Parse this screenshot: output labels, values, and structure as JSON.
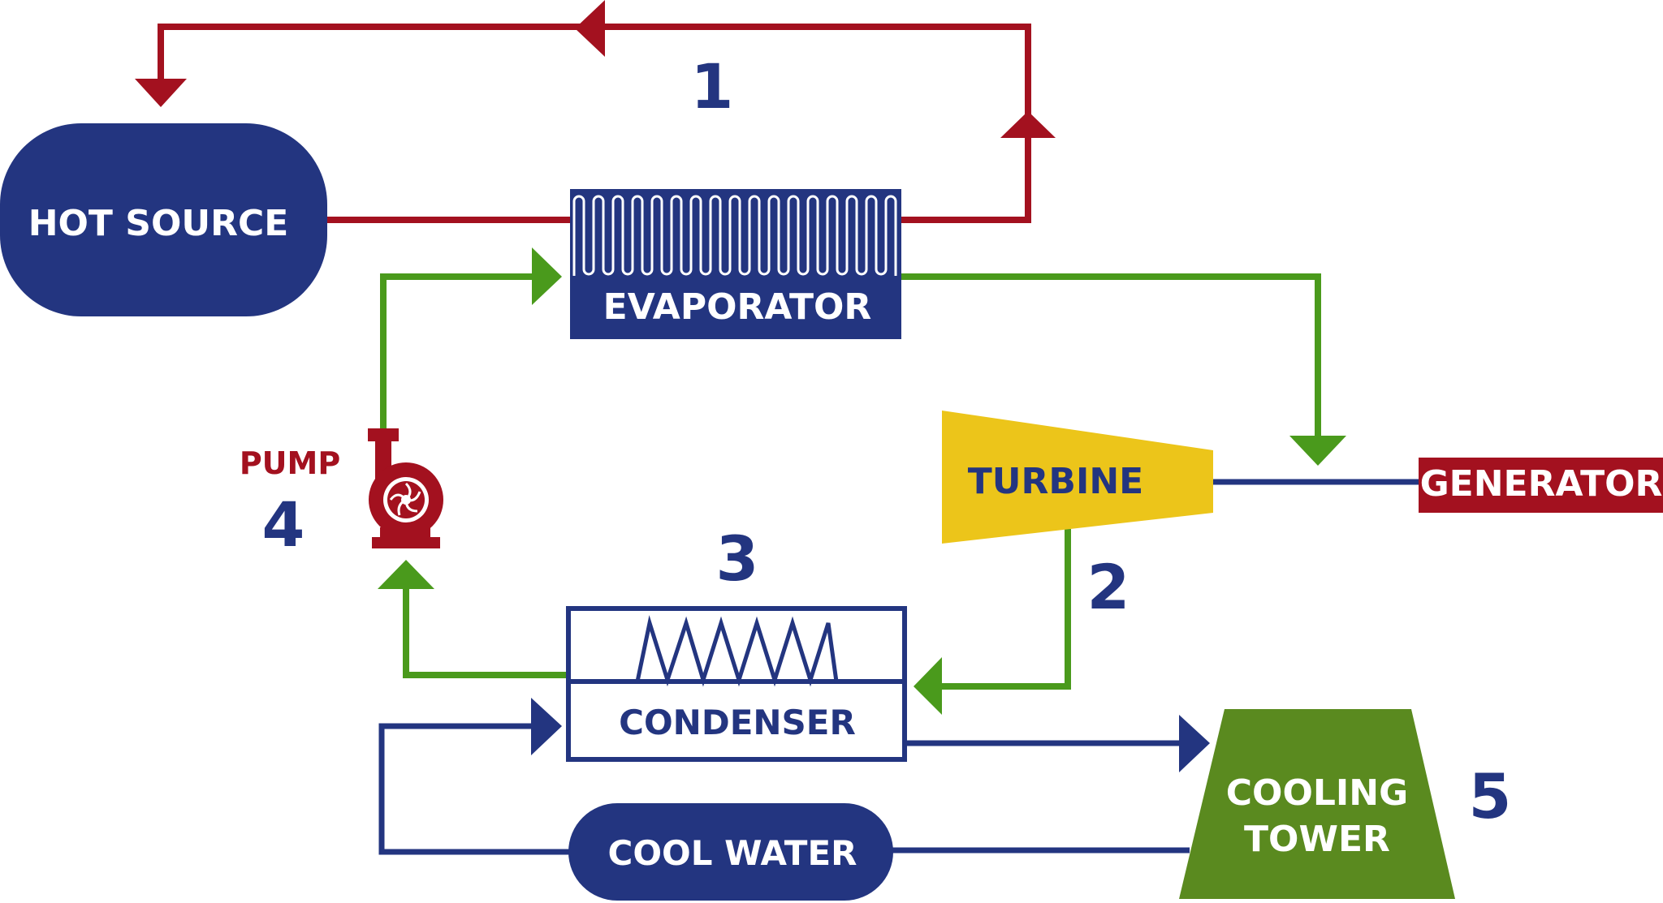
{
  "colors": {
    "navy": "#233580",
    "red": "#a3111f",
    "green": "#4a9a1c",
    "yellow": "#ecc51a",
    "tower_green": "#5a8a1f",
    "white": "#ffffff"
  },
  "components": {
    "hot_source": "HOT SOURCE",
    "evaporator": "EVAPORATOR",
    "turbine": "TURBINE",
    "generator": "GENERATOR",
    "pump": "PUMP",
    "condenser": "CONDENSER",
    "cooling_tower_line1": "COOLING",
    "cooling_tower_line2": "TOWER",
    "cool_water": "COOL WATER"
  },
  "step_numbers": {
    "n1": "1",
    "n2": "2",
    "n3": "3",
    "n4": "4",
    "n5": "5"
  }
}
